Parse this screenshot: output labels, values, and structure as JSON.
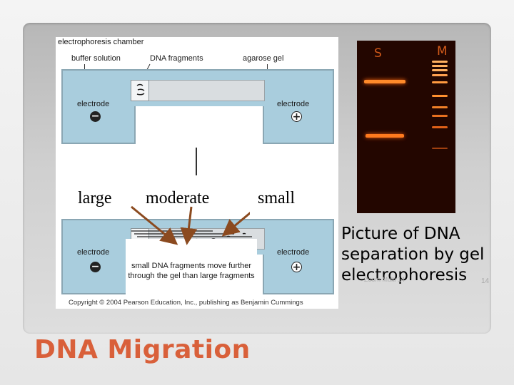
{
  "slide": {
    "title": "DNA Migration",
    "page_number": "14",
    "footer_faint": "Zoom Multi 14"
  },
  "diagram": {
    "chamber_title": "electrophoresis chamber",
    "labels": {
      "buffer": "buffer solution",
      "dna": "DNA fragments",
      "agarose": "agarose gel"
    },
    "electrode_label": "electrode",
    "negative_sign": "−",
    "positive_sign": "+",
    "note": "small DNA fragments move further through the gel than large fragments",
    "copyright": "Copyright © 2004 Pearson Education, Inc., publishing as Benjamin Cummings"
  },
  "size_labels": {
    "large": "large",
    "moderate": "moderate",
    "small": "small"
  },
  "gel_photo": {
    "lane_s": "S",
    "lane_m": "M"
  },
  "caption": {
    "line1": "Picture of DNA",
    "line2": "separation by gel",
    "line3": "electrophoresis"
  },
  "colors": {
    "title": "#d9603a",
    "buffer": "#a9cddd",
    "gel_photo_bg": "#230600",
    "band": "#ff7a1e"
  }
}
